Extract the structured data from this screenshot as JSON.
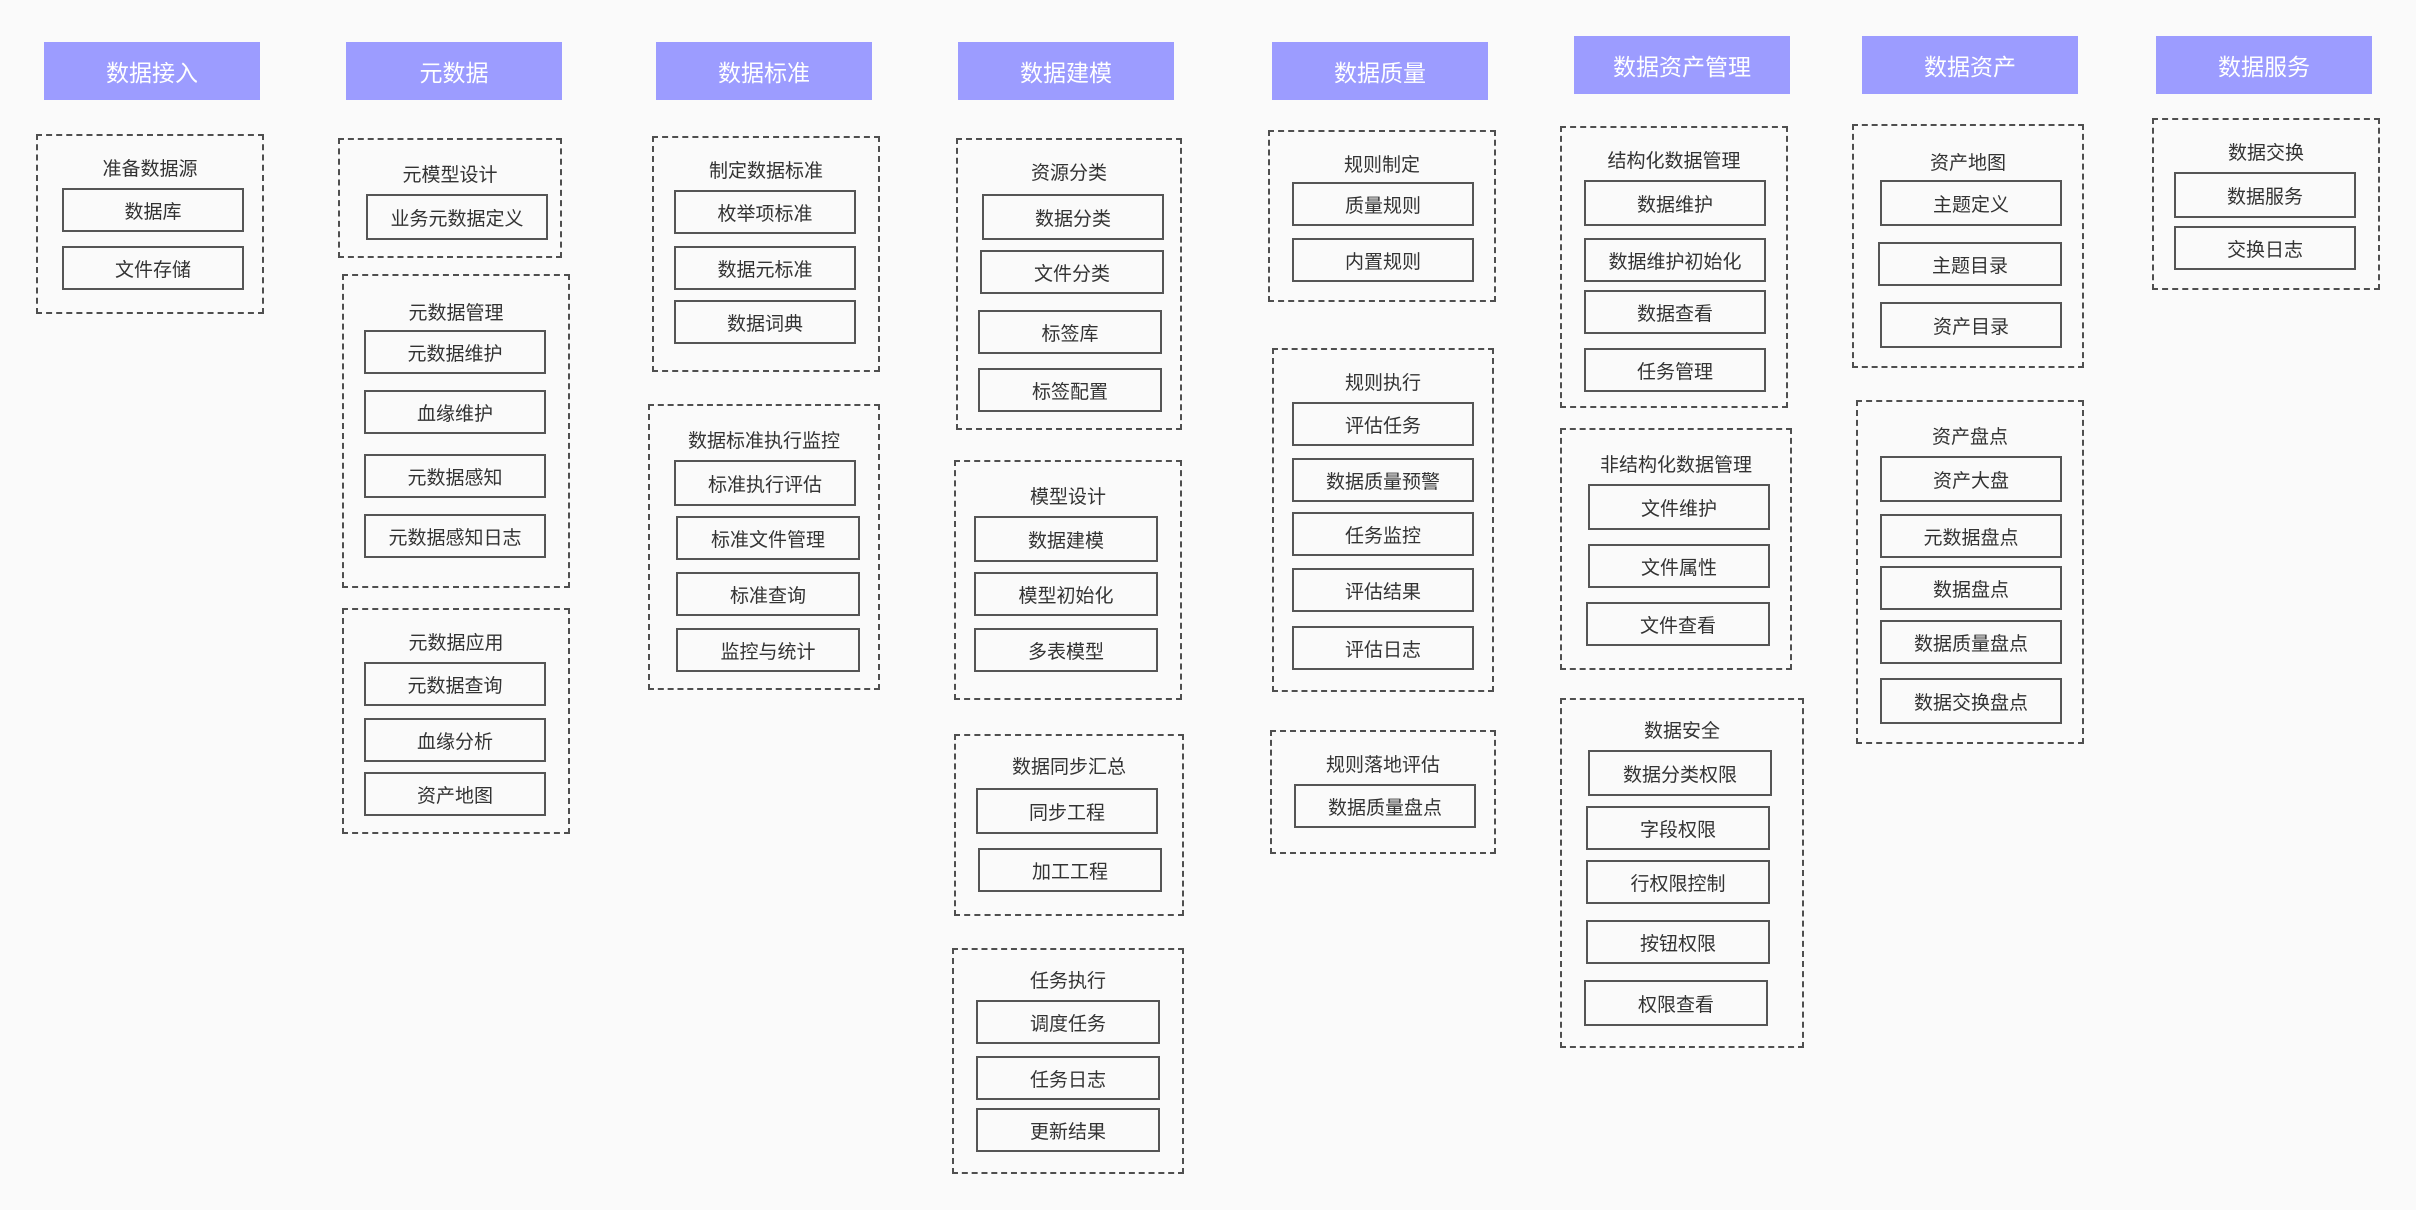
{
  "columns": [
    {
      "title": "数据接入",
      "groups": [
        {
          "title": "准备数据源",
          "items": [
            "数据库",
            "文件存储"
          ]
        }
      ]
    },
    {
      "title": "元数据",
      "groups": [
        {
          "title": "元模型设计",
          "items": [
            "业务元数据定义"
          ]
        },
        {
          "title": "元数据管理",
          "items": [
            "元数据维护",
            "血缘维护",
            "元数据感知",
            "元数据感知日志"
          ]
        },
        {
          "title": "元数据应用",
          "items": [
            "元数据查询",
            "血缘分析",
            "资产地图"
          ]
        }
      ]
    },
    {
      "title": "数据标准",
      "groups": [
        {
          "title": "制定数据标准",
          "items": [
            "枚举项标准",
            "数据元标准",
            "数据词典"
          ]
        },
        {
          "title": "数据标准执行监控",
          "items": [
            "标准执行评估",
            "标准文件管理",
            "标准查询",
            "监控与统计"
          ]
        }
      ]
    },
    {
      "title": "数据建模",
      "groups": [
        {
          "title": "资源分类",
          "items": [
            "数据分类",
            "文件分类",
            "标签库",
            "标签配置"
          ]
        },
        {
          "title": "模型设计",
          "items": [
            "数据建模",
            "模型初始化",
            "多表模型"
          ]
        },
        {
          "title": "数据同步汇总",
          "items": [
            "同步工程",
            "加工工程"
          ]
        },
        {
          "title": "任务执行",
          "items": [
            "调度任务",
            "任务日志",
            "更新结果"
          ]
        }
      ]
    },
    {
      "title": "数据质量",
      "groups": [
        {
          "title": "规则制定",
          "items": [
            "质量规则",
            "内置规则"
          ]
        },
        {
          "title": "规则执行",
          "items": [
            "评估任务",
            "数据质量预警",
            "任务监控",
            "评估结果",
            "评估日志"
          ]
        },
        {
          "title": "规则落地评估",
          "items": [
            "数据质量盘点"
          ]
        }
      ]
    },
    {
      "title": "数据资产管理",
      "groups": [
        {
          "title": "结构化数据管理",
          "items": [
            "数据维护",
            "数据维护初始化",
            "数据查看",
            "任务管理"
          ]
        },
        {
          "title": "非结构化数据管理",
          "items": [
            "文件维护",
            "文件属性",
            "文件查看"
          ]
        },
        {
          "title": "数据安全",
          "items": [
            "数据分类权限",
            "字段权限",
            "行权限控制",
            "按钮权限",
            "权限查看"
          ]
        }
      ]
    },
    {
      "title": "数据资产",
      "groups": [
        {
          "title": "资产地图",
          "items": [
            "主题定义",
            "主题目录",
            "资产目录"
          ]
        },
        {
          "title": "资产盘点",
          "items": [
            "资产大盘",
            "元数据盘点",
            "数据盘点",
            "数据质量盘点",
            "数据交换盘点"
          ]
        }
      ]
    },
    {
      "title": "数据服务",
      "groups": [
        {
          "title": "数据交换",
          "items": [
            "数据服务",
            "交换日志"
          ]
        }
      ]
    }
  ]
}
